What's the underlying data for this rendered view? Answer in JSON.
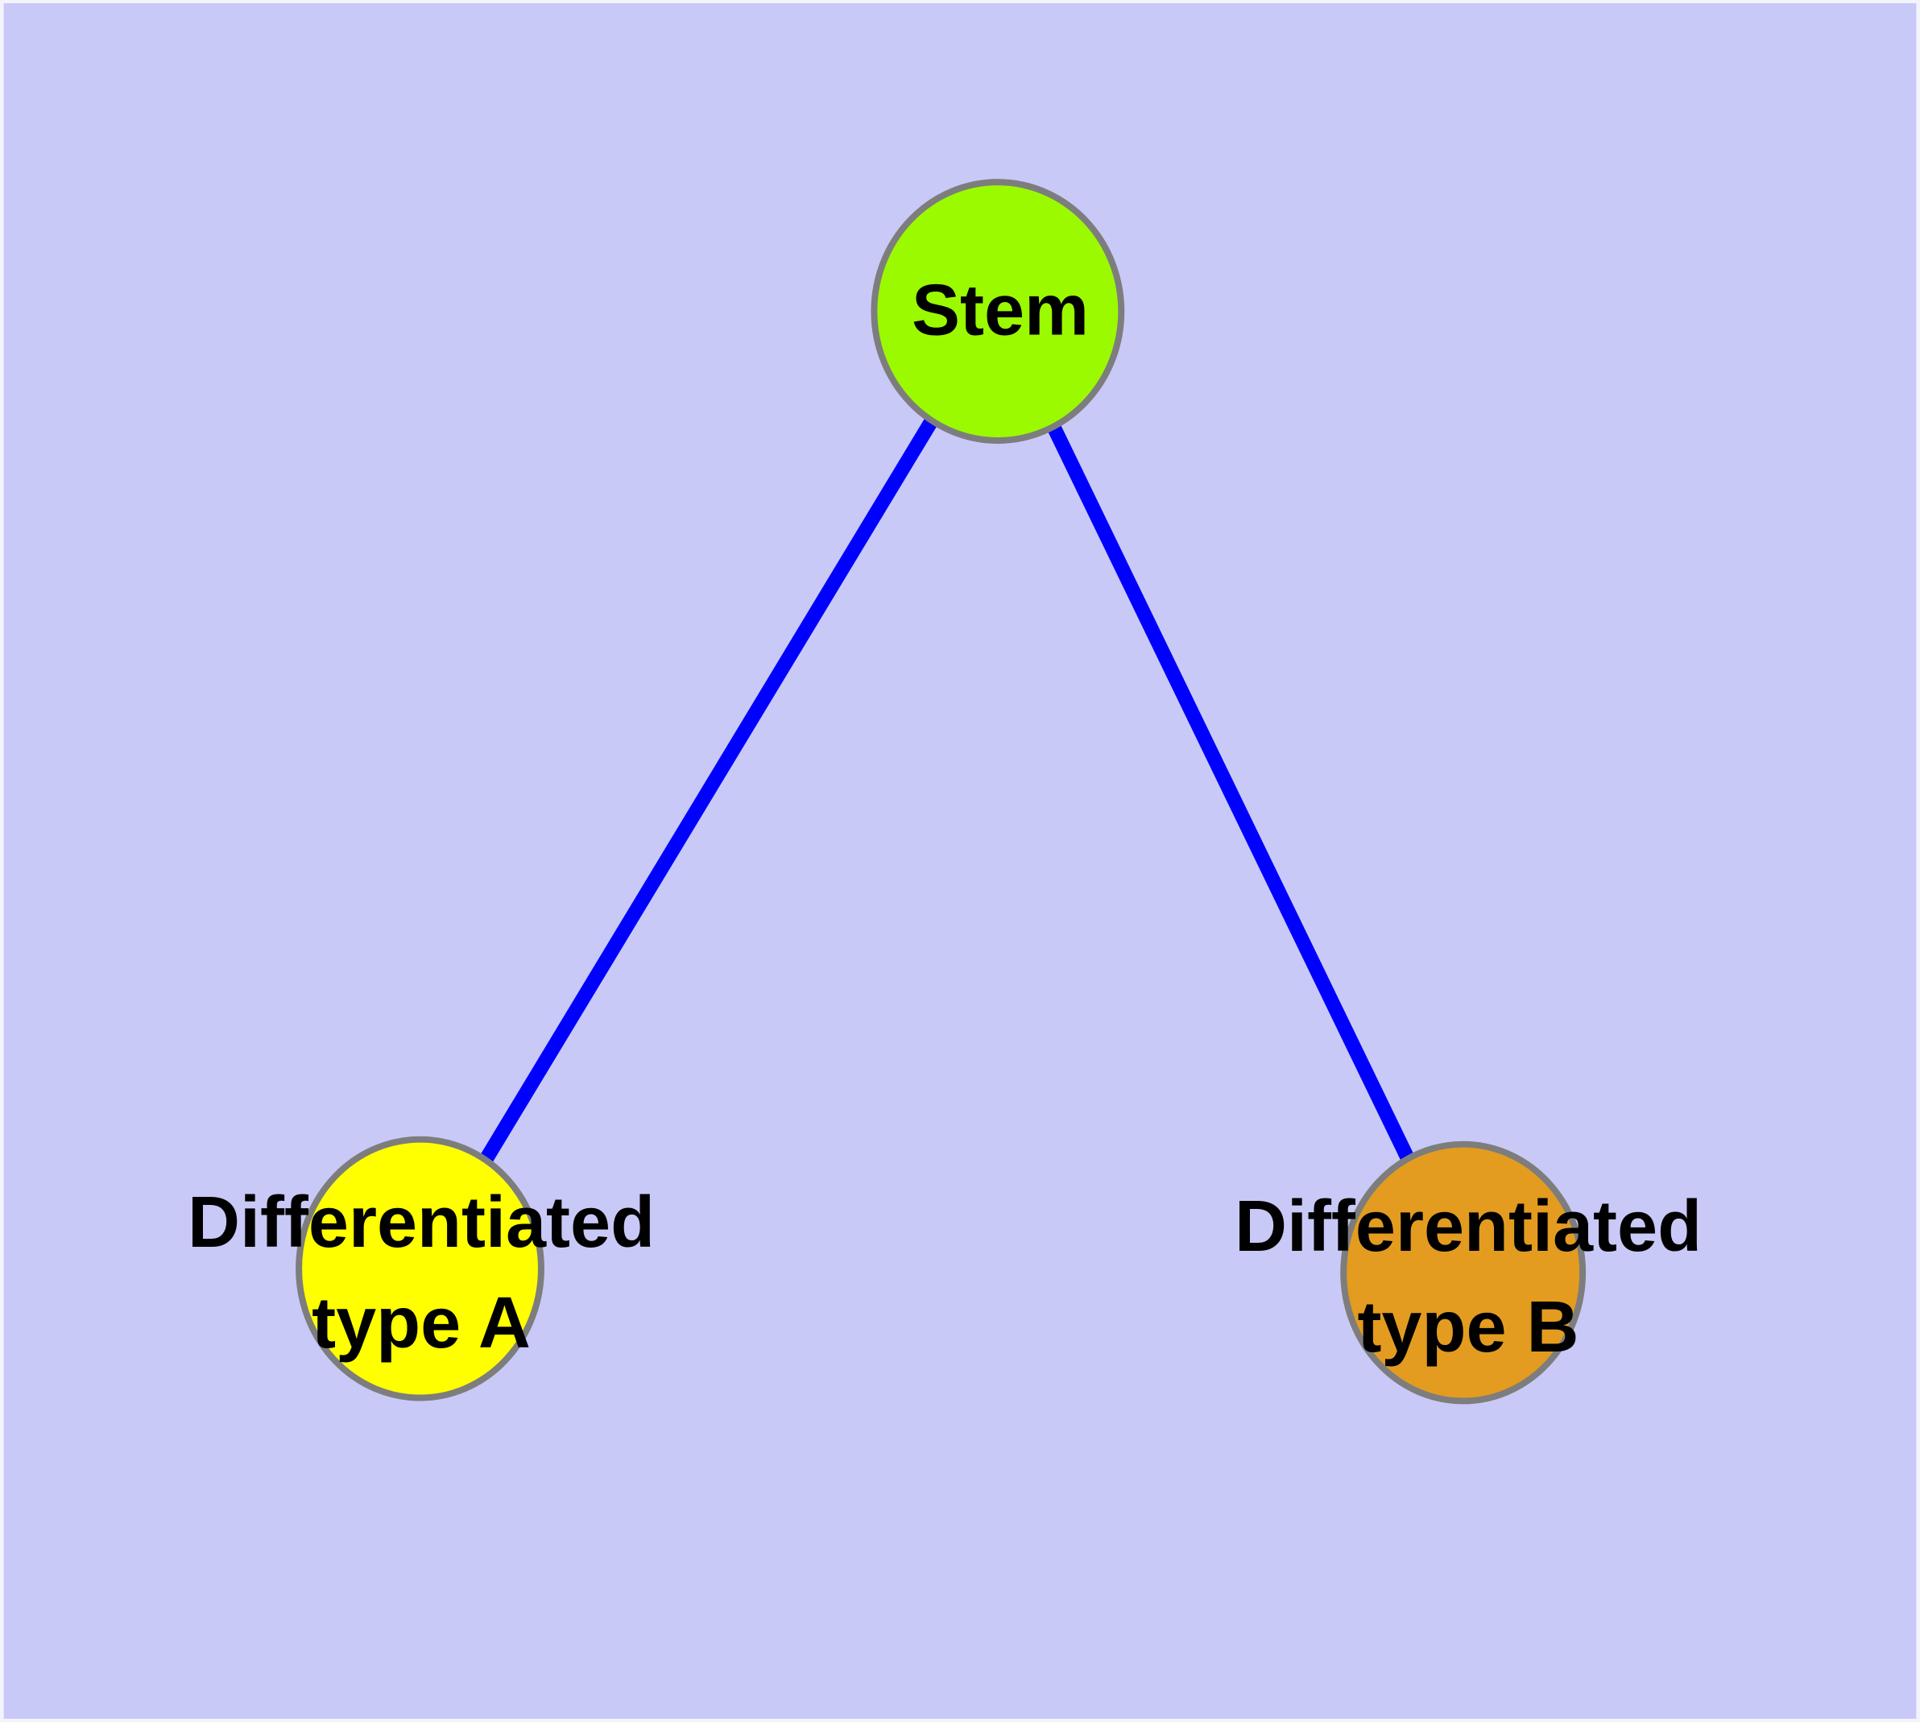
{
  "diagram": {
    "type": "graph",
    "description": "Cell differentiation tree: a Stem node connected to two differentiated cell type nodes",
    "background_color": "#C9C9F7",
    "frame_color": "#F3F3FC",
    "edge_color": "#0000FF",
    "node_border_color": "#7D7D7D",
    "label_color": "#000000",
    "nodes": [
      {
        "id": "stem",
        "label": "Stem",
        "fill": "#9BFA00"
      },
      {
        "id": "type-a",
        "label": "Differentiated\ntype A",
        "fill": "#FFFF00"
      },
      {
        "id": "type-b",
        "label": "Differentiated\ntype B",
        "fill": "#E39C20"
      }
    ],
    "edges": [
      {
        "from": "stem",
        "to": "type-a"
      },
      {
        "from": "stem",
        "to": "type-b"
      }
    ]
  }
}
